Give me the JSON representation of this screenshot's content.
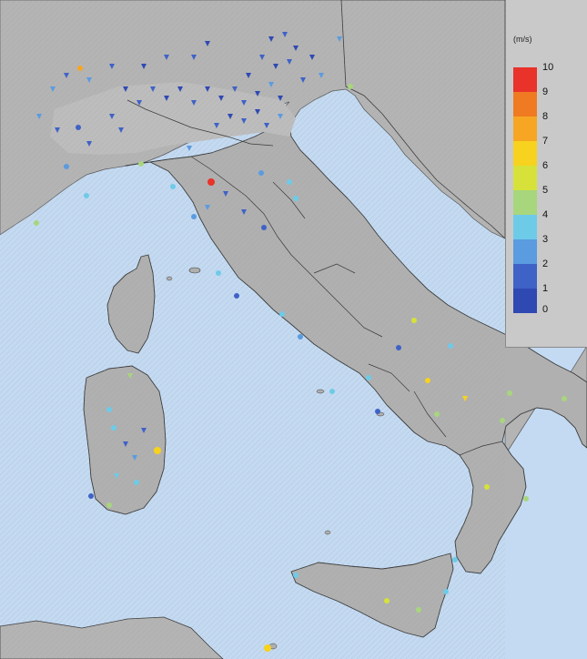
{
  "legend": {
    "unit": "(m/s)",
    "bands": [
      {
        "label": "10",
        "color": "#e8322a"
      },
      {
        "label": "9",
        "color": "#f07a22"
      },
      {
        "label": "8",
        "color": "#f6a623"
      },
      {
        "label": "7",
        "color": "#f7d21e"
      },
      {
        "label": "6",
        "color": "#d6e23a"
      },
      {
        "label": "5",
        "color": "#a7d67d"
      },
      {
        "label": "4",
        "color": "#6ecbe8"
      },
      {
        "label": "3",
        "color": "#5b9be0"
      },
      {
        "label": "2",
        "color": "#3f62c7"
      },
      {
        "label": "1",
        "color": "#2f49b3"
      }
    ],
    "bottom_label": "0"
  },
  "colors": {
    "sea": "#c3daf2",
    "land": "#b0b0b0",
    "land_far": "#c4c4c4",
    "border": "#3a3a3a"
  }
}
